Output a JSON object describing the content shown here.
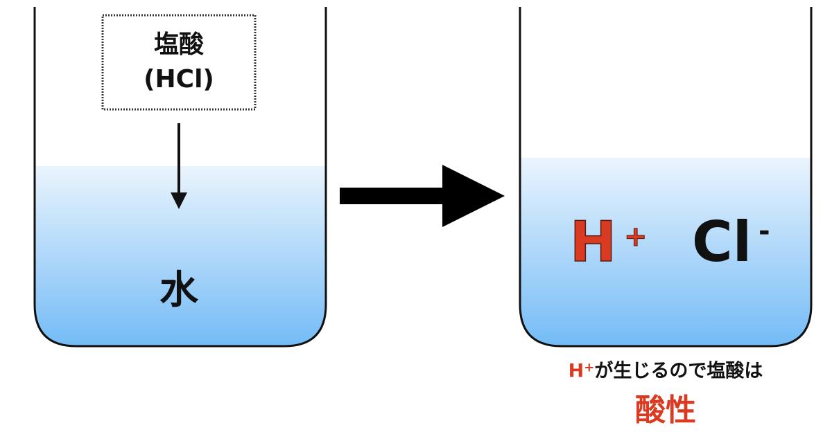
{
  "colors": {
    "outline": "#111111",
    "water_top": "#eaf4fd",
    "water_bottom": "#6fb9f6",
    "hydrogen_ion": "#d93a22",
    "acid_text": "#d93a22"
  },
  "left_beaker": {
    "label_line1": "塩酸",
    "label_line2": "(HCl)",
    "liquid_label": "水"
  },
  "right_beaker": {
    "ion_h": "H",
    "ion_h_charge": "+",
    "ion_cl": "Cl",
    "ion_cl_charge": "-"
  },
  "caption": {
    "h": "H",
    "h_charge": "+",
    "text": "が生じるので塩酸は",
    "conclusion": "酸性"
  },
  "icons": {
    "drop_arrow": "arrow-down-icon",
    "reaction_arrow": "arrow-right-icon"
  }
}
